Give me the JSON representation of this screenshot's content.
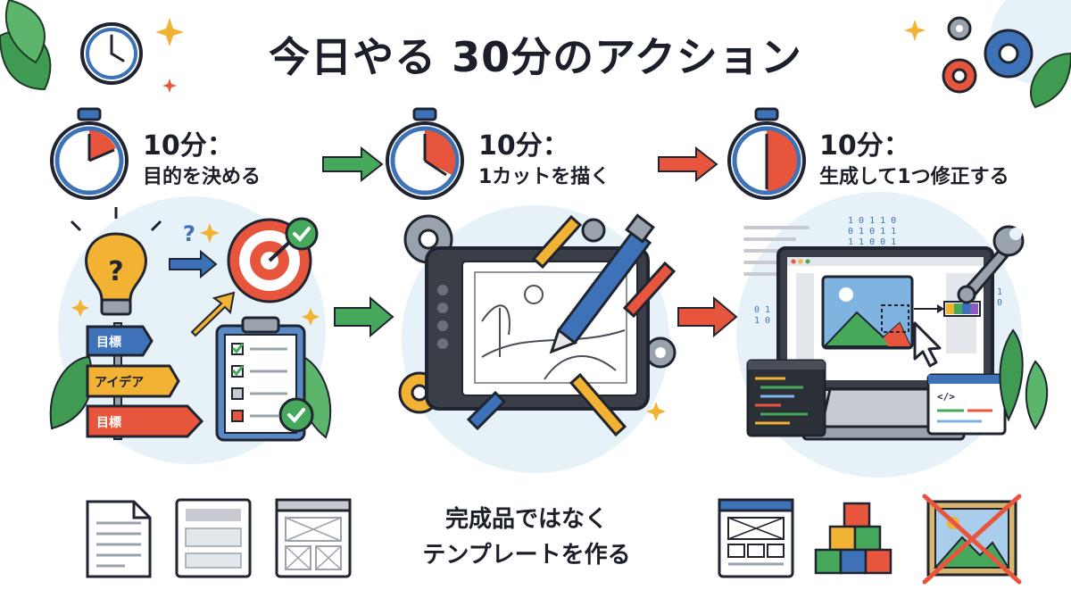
{
  "title": "今日やる 30分のアクション",
  "steps": [
    {
      "time": "10分：",
      "action": "目的を決める",
      "color": "#e8553d"
    },
    {
      "time": "10分：",
      "action": "1カットを描く",
      "color": "#e8553d"
    },
    {
      "time": "10分：",
      "action": "生成して1つ修正する",
      "color": "#e8553d"
    }
  ],
  "signs": [
    "目標",
    "アイデア",
    "目標"
  ],
  "bottom": {
    "line1": "完成品ではなく",
    "line2": "テンプレートを作る"
  },
  "colors": {
    "accent_red": "#e8553d",
    "accent_blue": "#3d72b8",
    "accent_green": "#45a85a",
    "accent_yellow": "#f2b233",
    "band": "#e6f1f8"
  }
}
